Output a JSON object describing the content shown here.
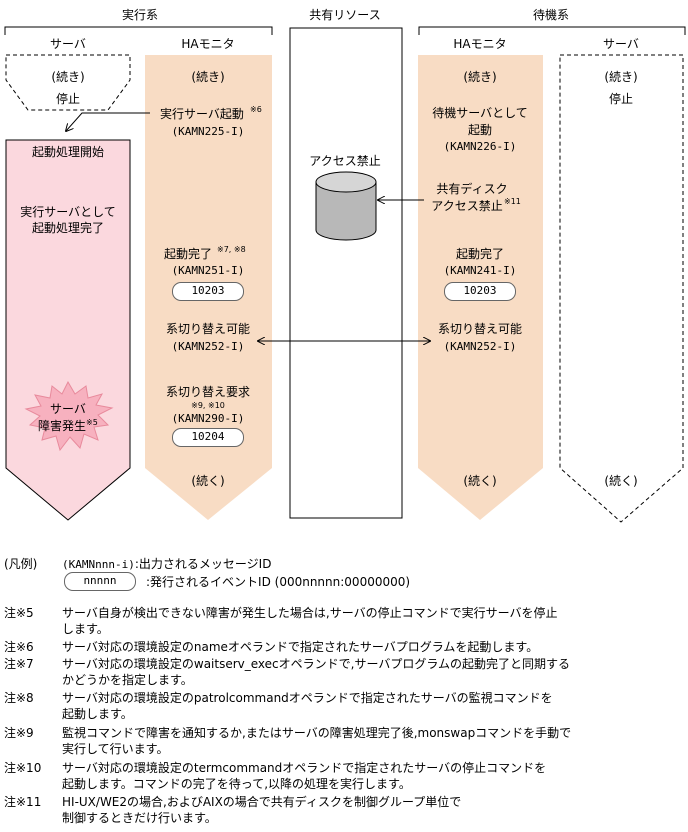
{
  "headers": {
    "active": "実行系",
    "shared": "共有リソース",
    "standby": "待機系"
  },
  "columns": {
    "server_left": "サーバ",
    "ha_left": "HAモニタ",
    "ha_right": "HAモニタ",
    "server_right": "サーバ"
  },
  "left_server": {
    "cont": "(続き)",
    "stop": "停止",
    "start": "起動処理開始",
    "complete_1": "実行サーバとして",
    "complete_2": "起動処理完了",
    "failure_1": "サーバ",
    "failure_2": "障害発生",
    "failure_note": "※5"
  },
  "left_ha": {
    "cont": "(続き)",
    "start": "実行サーバ起動",
    "start_note": "※6",
    "msg1": "(KAMN225-I)",
    "done": "起動完了",
    "done_note": "※7, ※8",
    "msg2": "(KAMN251-I)",
    "event1": "10203",
    "switchable": "系切り替え可能",
    "msg3": "(KAMN252-I)",
    "switch_req": "系切り替え要求",
    "switch_req_note": "※9, ※10",
    "msg4": "(KAMN290-I)",
    "event2": "10204",
    "next": "(続く)"
  },
  "shared": {
    "label": "アクセス禁止"
  },
  "right_ha": {
    "cont": "(続き)",
    "start_1": "待機サーバとして",
    "start_2": "起動",
    "msg1": "(KAMN226-I)",
    "disk_1": "共有ディスク",
    "disk_2": "アクセス禁止",
    "disk_note": "※11",
    "done": "起動完了",
    "msg2": "(KAMN241-I)",
    "event1": "10203",
    "switchable": "系切り替え可能",
    "msg3": "(KAMN252-I)",
    "next": "(続く)"
  },
  "right_server": {
    "cont": "(続き)",
    "stop": "停止",
    "next": "(続く)"
  },
  "legend": {
    "title": "(凡例)",
    "msg_sample": "(KAMNnnn-i)",
    "msg_desc": ":出力されるメッセージID",
    "event_sample": "nnnnn",
    "event_desc": ":発行されるイベントID (000nnnnn:00000000)"
  },
  "notes": [
    {
      "label": "注※5",
      "line1": "サーバ自身が検出できない障害が発生した場合は,サーバの停止コマンドで実行サーバを停止",
      "line2": "します。"
    },
    {
      "label": "注※6",
      "line1": "サーバ対応の環境設定のnameオペランドで指定されたサーバプログラムを起動します。",
      "line2": ""
    },
    {
      "label": "注※7",
      "line1": "サーバ対応の環境設定のwaitserv_execオペランドで,サーバプログラムの起動完了と同期する",
      "line2": "かどうかを指定します。"
    },
    {
      "label": "注※8",
      "line1": "サーバ対応の環境設定のpatrolcommandオペランドで指定されたサーバの監視コマンドを",
      "line2": "起動します。"
    },
    {
      "label": "注※9",
      "line1": "監視コマンドで障害を通知するか,またはサーバの障害処理完了後,monswapコマンドを手動で",
      "line2": "実行して行います。"
    },
    {
      "label": "注※10",
      "line1": "サーバ対応の環境設定のtermcommandオペランドで指定されたサーバの停止コマンドを",
      "line2": "起動します。コマンドの完了を待って,以降の処理を実行します。"
    },
    {
      "label": "注※11",
      "line1": "HI-UX/WE2の場合,およびAIXの場合で共有ディスクを制御グループ単位で",
      "line2": "制御するときだけ行います。"
    }
  ],
  "colors": {
    "ha_fill": "#f8dcc4",
    "failure_fill": "#fbd8de",
    "burst_fill": "#f7b1bf",
    "disk_fill": "#b8b8b8"
  }
}
